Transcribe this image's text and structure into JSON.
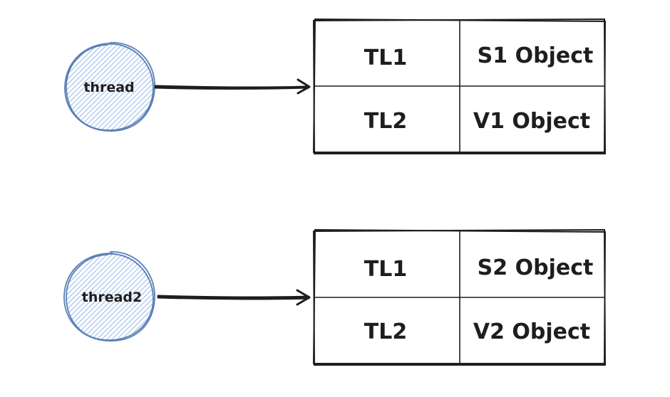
{
  "colors": {
    "stroke": "#1e1e1e",
    "circle_stroke": "#5b7fb4",
    "circle_hatch": "#a5c3ec",
    "background": "#ffffff"
  },
  "groups": [
    {
      "thread_label": "thread",
      "rows": [
        {
          "key": "TL1",
          "value": "S1 Object"
        },
        {
          "key": "TL2",
          "value": "V1 Object"
        }
      ]
    },
    {
      "thread_label": "thread2",
      "rows": [
        {
          "key": "TL1",
          "value": "S2 Object"
        },
        {
          "key": "TL2",
          "value": "V2 Object"
        }
      ]
    }
  ]
}
